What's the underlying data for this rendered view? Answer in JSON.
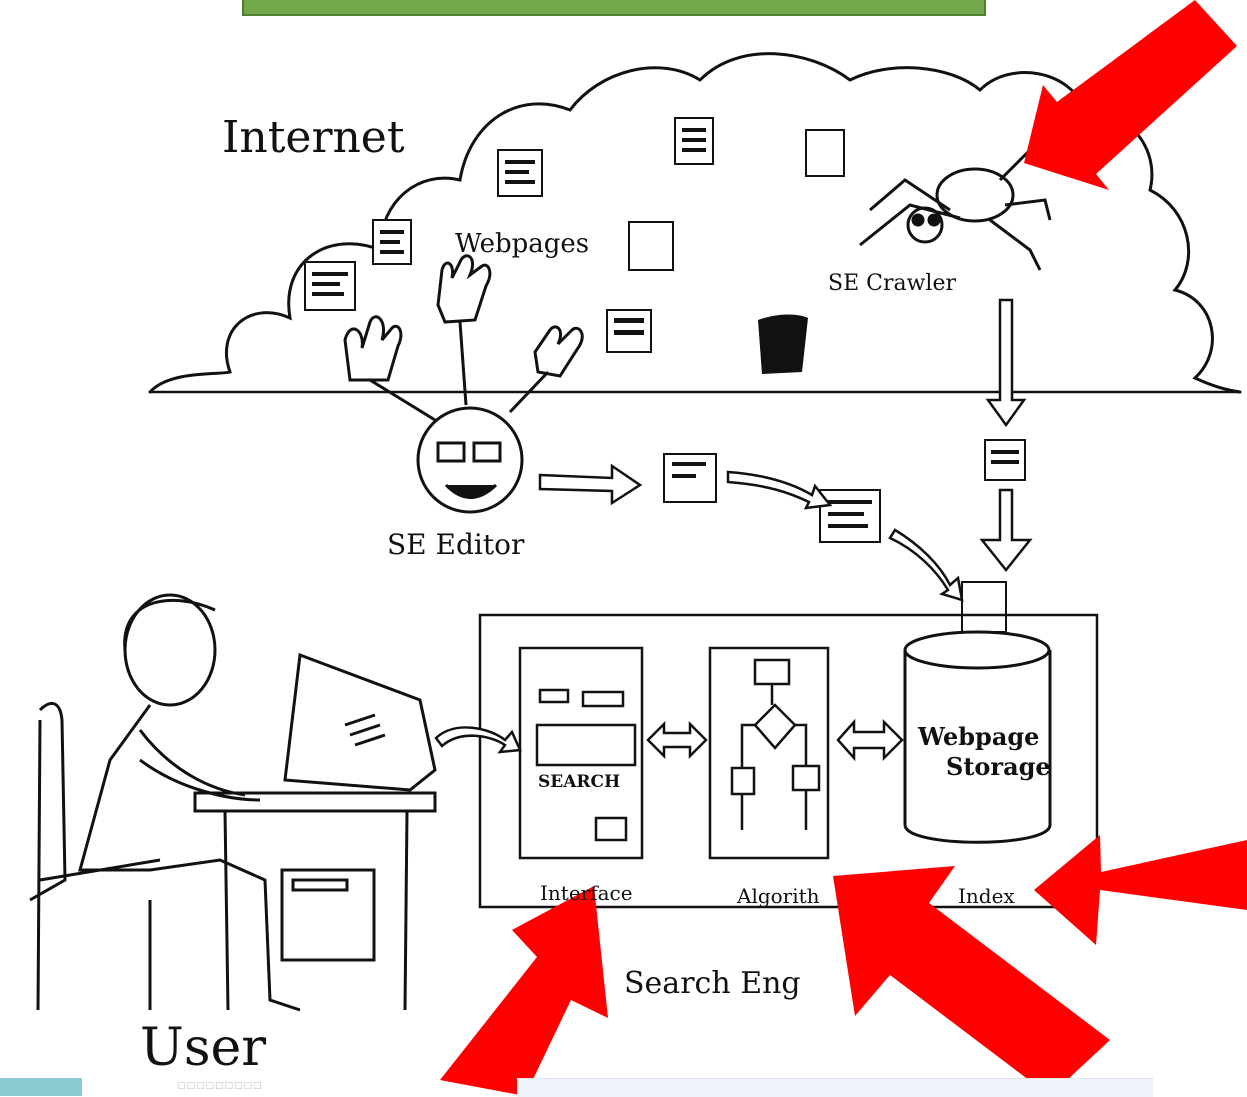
{
  "labels": {
    "internet": "Internet",
    "webpages": "Webpages",
    "se_crawler": "SE Crawler",
    "se_editor": "SE Editor",
    "search_engine": "Search Eng",
    "user": "User",
    "interface": "Interface",
    "algorithm": "Algorith",
    "index": "Index",
    "search_button": "SEARCH",
    "storage_line1": "Webpage",
    "storage_line2": "Storage"
  },
  "colors": {
    "title_bar": "#70a84a",
    "arrow_red": "#ff0000",
    "ink": "#111111",
    "footer_accent": "#8bcbd4"
  },
  "icons": [
    "cloud-icon",
    "spider-icon",
    "hands-icon",
    "editor-face-icon",
    "webpage-icon",
    "computer-icon",
    "database-icon",
    "flowchart-icon"
  ]
}
